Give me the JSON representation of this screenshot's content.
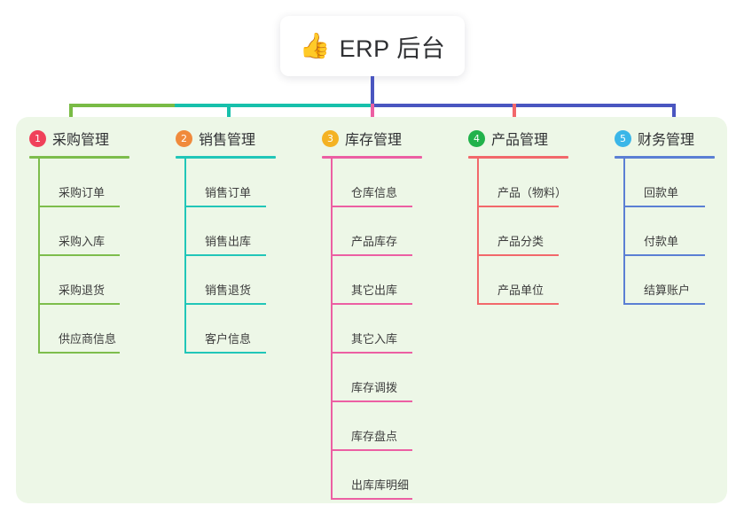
{
  "root": {
    "icon": "thumbs-up-icon",
    "emoji": "👍",
    "title": "ERP 后台"
  },
  "palette": {
    "panel_bg": "#edf7e7",
    "page_bg": "#ffffff",
    "root_stem": "#4a56c0",
    "connector_green": "#79bb45",
    "connector_teal": "#17c0ab",
    "connector_blue": "#4a56c0"
  },
  "columns": [
    {
      "number": "1",
      "title": "采购管理",
      "badge_color": "#f0415a",
      "line_color": "#7dbd4c",
      "items": [
        {
          "label": "采购订单"
        },
        {
          "label": "采购入库"
        },
        {
          "label": "采购退货"
        },
        {
          "label": "供应商信息"
        }
      ]
    },
    {
      "number": "2",
      "title": "销售管理",
      "badge_color": "#f08a3c",
      "line_color": "#21c6b8",
      "items": [
        {
          "label": "销售订单"
        },
        {
          "label": "销售出库"
        },
        {
          "label": "销售退货"
        },
        {
          "label": "客户信息"
        }
      ]
    },
    {
      "number": "3",
      "title": "库存管理",
      "badge_color": "#f4b223",
      "line_color": "#ec5fa3",
      "items": [
        {
          "label": "仓库信息"
        },
        {
          "label": "产品库存"
        },
        {
          "label": "其它出库"
        },
        {
          "label": "其它入库"
        },
        {
          "label": "库存调拨"
        },
        {
          "label": "库存盘点"
        },
        {
          "label": "出库库明细"
        }
      ]
    },
    {
      "number": "4",
      "title": "产品管理",
      "badge_color": "#21b24b",
      "line_color": "#f2686b",
      "items": [
        {
          "label": "产品（物料）"
        },
        {
          "label": "产品分类"
        },
        {
          "label": "产品单位"
        }
      ]
    },
    {
      "number": "5",
      "title": "财务管理",
      "badge_color": "#3ab6e8",
      "line_color": "#5b7fd4",
      "items": [
        {
          "label": "回款单"
        },
        {
          "label": "付款单"
        },
        {
          "label": "结算账户"
        }
      ]
    }
  ]
}
